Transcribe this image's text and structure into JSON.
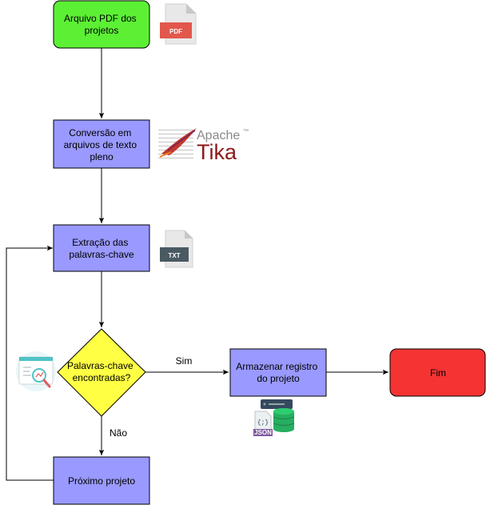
{
  "nodes": {
    "pdf_input": {
      "lines": [
        "Arquivo PDF dos",
        "projetos"
      ],
      "color": "#5cf035"
    },
    "conversion": {
      "lines": [
        "Conversão em",
        "arquivos de texto",
        "pleno"
      ],
      "color": "#9999ff"
    },
    "extraction": {
      "lines": [
        "Extração das",
        "palavras-chave"
      ],
      "color": "#9999ff"
    },
    "decision": {
      "lines": [
        "Palavras-chave",
        "encontradas?"
      ],
      "color": "#ffff44"
    },
    "store": {
      "lines": [
        "Armazenar registro",
        "do projeto"
      ],
      "color": "#9999ff"
    },
    "end": {
      "lines": [
        "Fim"
      ],
      "color": "#f53333"
    },
    "next": {
      "lines": [
        "Próximo projeto"
      ],
      "color": "#9999ff"
    }
  },
  "edges": {
    "yes_label": "Sim",
    "no_label": "Não"
  },
  "icons": {
    "pdf": {
      "name": "pdf-file-icon",
      "badge": "PDF",
      "badge_color": "#e2574c"
    },
    "tika": {
      "name": "apache-tika-logo",
      "brand_top": "Apache",
      "brand_main": "Tika",
      "tm": "™",
      "brand_color": "#8b1a1a"
    },
    "txt": {
      "name": "txt-file-icon",
      "badge": "TXT",
      "badge_color": "#4a5a63"
    },
    "search": {
      "name": "search-analytics-icon"
    },
    "json_db": {
      "name": "json-database-icon",
      "badge": "JSON",
      "braces": "{;}"
    }
  }
}
